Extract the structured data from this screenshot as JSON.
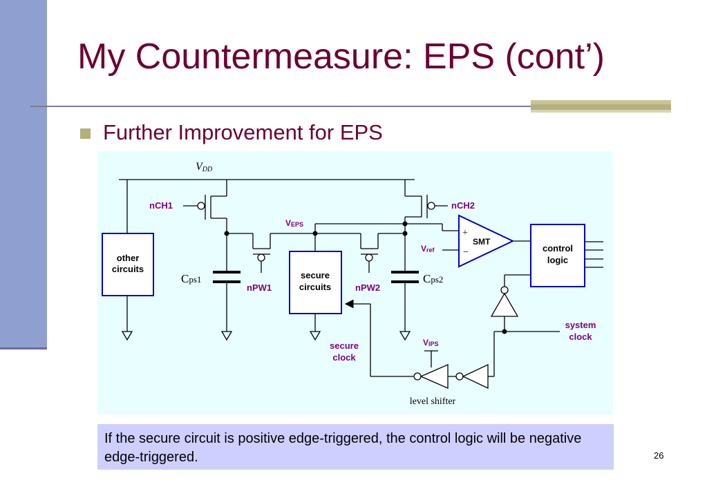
{
  "slide": {
    "title": "My Countermeasure: EPS (cont’)",
    "bullet": "Further Improvement for EPS",
    "note": "If the secure circuit is positive edge-triggered, the control logic will be negative edge-triggered.",
    "page_number": "26"
  },
  "diagram": {
    "vdd_label": {
      "main": "V",
      "sub": "DD"
    },
    "veps_label": {
      "main": "V",
      "sub": "EPS"
    },
    "vref_label": {
      "main": "V",
      "sub": "ref"
    },
    "vips_label": {
      "main": "V",
      "sub": "IPS"
    },
    "nch1": "nCH1",
    "nch2": "nCH2",
    "npw1": "nPW1",
    "npw2": "nPW2",
    "cps1": {
      "main": "C",
      "sub": "ps1"
    },
    "cps2": {
      "main": "C",
      "sub": "ps2"
    },
    "other_circuits": [
      "other",
      "circuits"
    ],
    "secure_circuits": [
      "secure",
      "circuits"
    ],
    "control_logic": [
      "control",
      "logic"
    ],
    "smt": "SMT",
    "plus": "+",
    "minus": "−",
    "secure_clock": [
      "secure",
      "clock"
    ],
    "system_clock": [
      "system",
      "clock"
    ],
    "level_shifter": "level shifter",
    "colors": {
      "panel": "#e8feff",
      "block": "#0000c8",
      "label": "#800080",
      "wire": "#000000"
    }
  }
}
